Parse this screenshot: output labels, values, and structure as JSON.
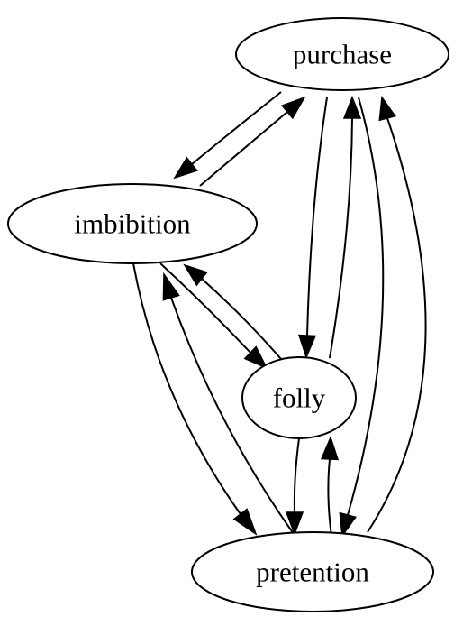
{
  "diagram": {
    "nodes": [
      {
        "id": "purchase",
        "label": "purchase"
      },
      {
        "id": "imbibition",
        "label": "imbibition"
      },
      {
        "id": "folly",
        "label": "folly"
      },
      {
        "id": "pretention",
        "label": "pretention"
      }
    ],
    "edges": [
      {
        "from": "purchase",
        "to": "imbibition"
      },
      {
        "from": "imbibition",
        "to": "purchase"
      },
      {
        "from": "purchase",
        "to": "folly"
      },
      {
        "from": "folly",
        "to": "purchase"
      },
      {
        "from": "purchase",
        "to": "pretention"
      },
      {
        "from": "pretention",
        "to": "purchase"
      },
      {
        "from": "imbibition",
        "to": "folly"
      },
      {
        "from": "folly",
        "to": "imbibition"
      },
      {
        "from": "imbibition",
        "to": "pretention"
      },
      {
        "from": "pretention",
        "to": "imbibition"
      },
      {
        "from": "folly",
        "to": "pretention"
      },
      {
        "from": "pretention",
        "to": "folly"
      }
    ],
    "colors": {
      "stroke": "#000000",
      "background": "#ffffff"
    }
  }
}
